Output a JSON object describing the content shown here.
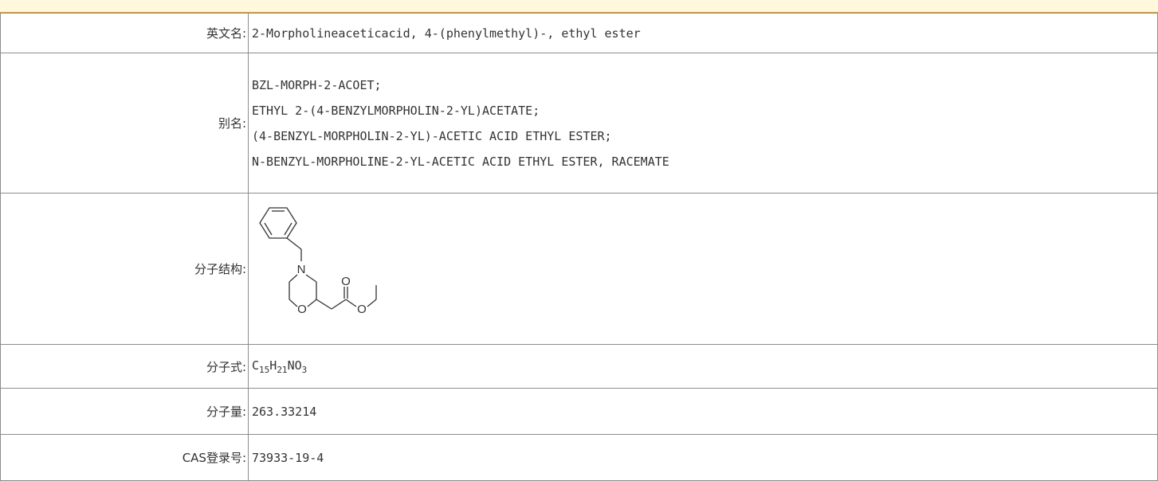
{
  "rows": {
    "english_name": {
      "label": "英文名:",
      "value": "2-Morpholineaceticacid, 4-(phenylmethyl)-, ethyl ester"
    },
    "aliases": {
      "label": "别名:",
      "values": [
        "BZL-MORPH-2-ACOET;",
        "ETHYL 2-(4-BENZYLMORPHOLIN-2-YL)ACETATE;",
        "(4-BENZYL-MORPHOLIN-2-YL)-ACETIC ACID ETHYL ESTER;",
        "N-BENZYL-MORPHOLINE-2-YL-ACETIC ACID ETHYL ESTER, RACEMATE"
      ]
    },
    "structure": {
      "label": "分子结构:",
      "atoms": {
        "n": "N",
        "o_ring": "O",
        "o_carbonyl": "O",
        "o_ester": "O"
      }
    },
    "formula": {
      "label": "分子式:",
      "parts": [
        "C",
        "15",
        "H",
        "21",
        "NO",
        "3"
      ]
    },
    "mol_weight": {
      "label": "分子量:",
      "value": "263.33214"
    },
    "cas": {
      "label": "CAS登录号:",
      "value": "73933-19-4"
    }
  }
}
